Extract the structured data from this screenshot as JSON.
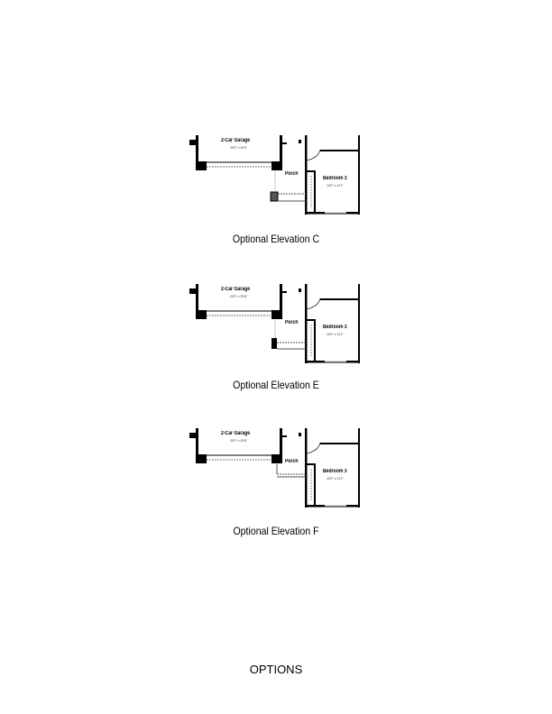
{
  "page_title": "OPTIONS",
  "elevations": [
    {
      "caption": "Optional Elevation C",
      "garage": "2-Car Garage",
      "garage_dim": "20'0\" x 20'6\"",
      "porch": "Porch",
      "bedroom": "Bedroom 3",
      "bedroom_dim": "10'0\" x 11'1\""
    },
    {
      "caption": "Optional Elevation E",
      "garage": "2-Car Garage",
      "garage_dim": "20'0\" x 20'6\"",
      "porch": "Porch",
      "bedroom": "Bedroom 3",
      "bedroom_dim": "10'0\" x 11'1\""
    },
    {
      "caption": "Optional Elevation F",
      "garage": "2-Car Garage",
      "garage_dim": "20'0\" x 20'6\"",
      "porch": "Porch",
      "bedroom": "Bedroom 3",
      "bedroom_dim": "10'0\" x 11'1\""
    }
  ]
}
